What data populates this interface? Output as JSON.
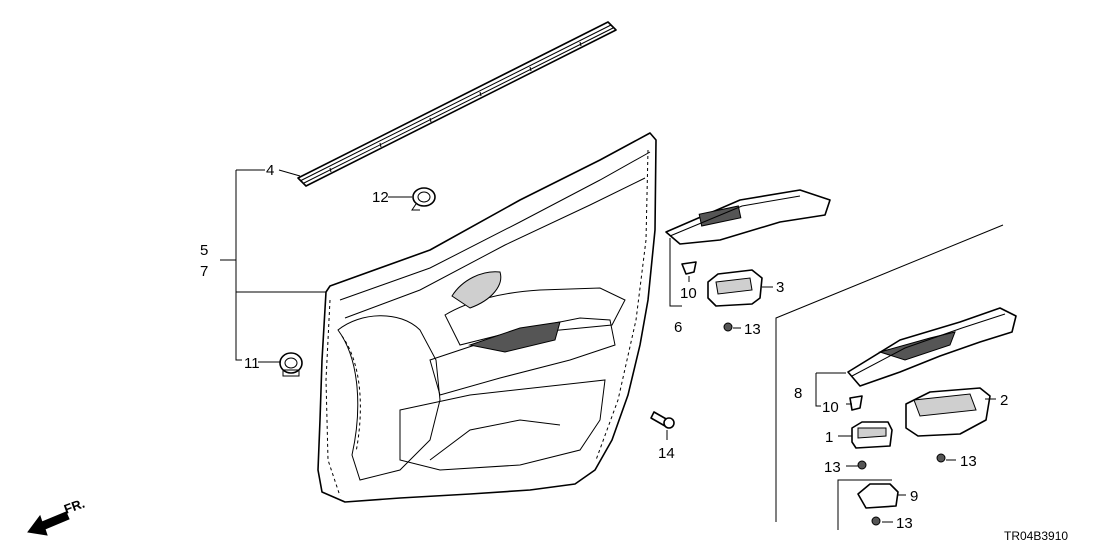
{
  "callouts": {
    "c1": "1",
    "c2": "2",
    "c3": "3",
    "c4": "4",
    "c5": "5",
    "c6": "6",
    "c7": "7",
    "c8": "8",
    "c9": "9",
    "c10a": "10",
    "c10b": "10",
    "c11": "11",
    "c12": "12",
    "c13a": "13",
    "c13b": "13",
    "c13c": "13",
    "c13d": "13",
    "c14": "14"
  },
  "direction_label": "FR.",
  "diagram_code": "TR04B3910"
}
